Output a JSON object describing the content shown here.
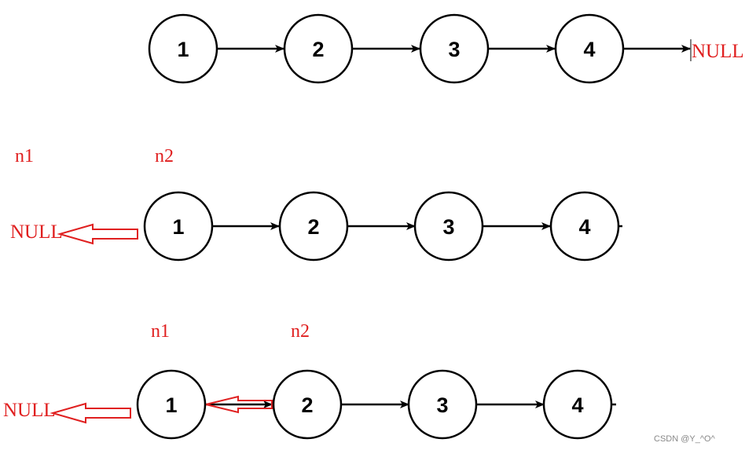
{
  "rows": [
    {
      "nodes": [
        "1",
        "2",
        "3",
        "4"
      ],
      "terminal": "NULL"
    },
    {
      "pointers": [
        "n1",
        "n2"
      ],
      "null_label": "NULL",
      "nodes": [
        "1",
        "2",
        "3",
        "4"
      ]
    },
    {
      "pointers": [
        "n1",
        "n2"
      ],
      "null_label": "NULL",
      "nodes": [
        "1",
        "2",
        "3",
        "4"
      ]
    }
  ],
  "watermark": "CSDN @Y_^O^",
  "colors": {
    "node_stroke": "#000000",
    "annotation": "#e02020"
  }
}
